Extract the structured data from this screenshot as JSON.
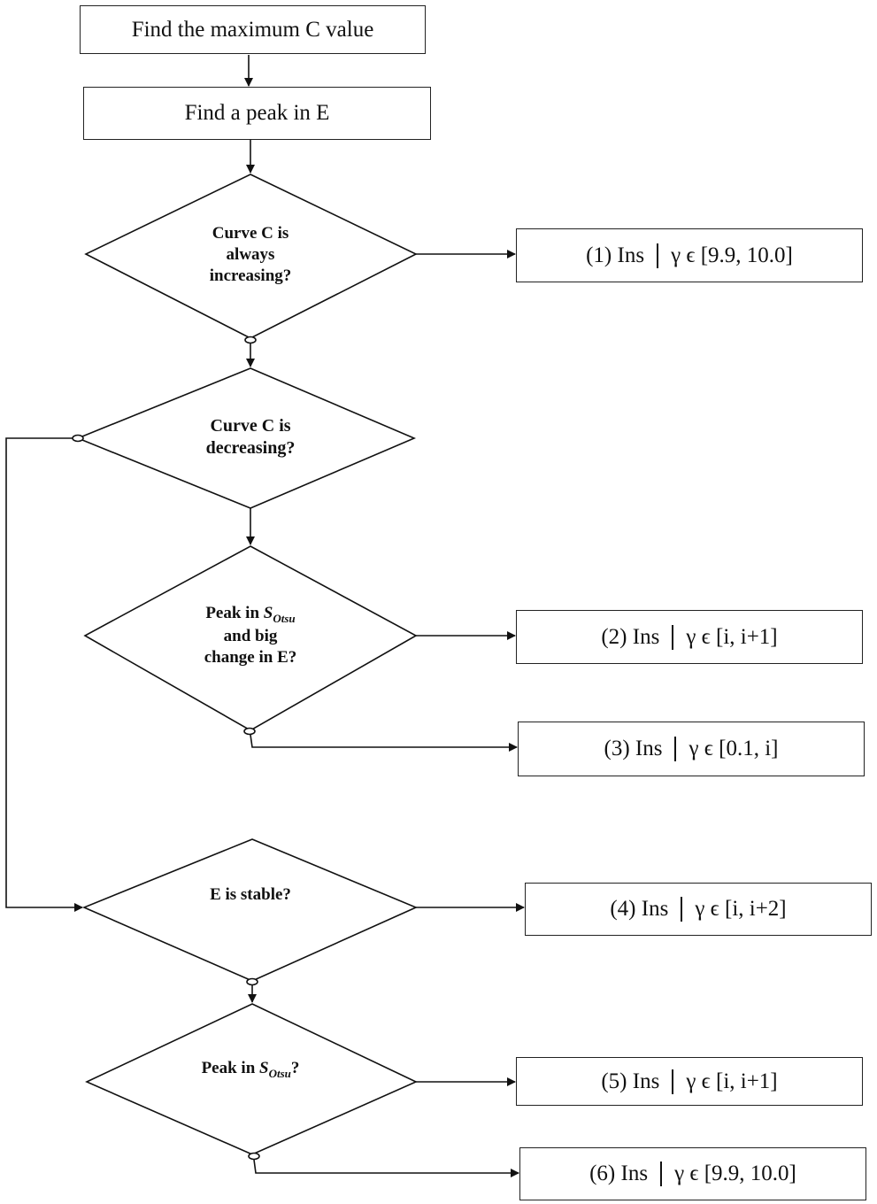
{
  "process": {
    "step1": "Find the maximum C value",
    "step2": "Find a peak in E"
  },
  "decisions": {
    "d1": {
      "lines": [
        "Curve C is",
        "always",
        "increasing?"
      ]
    },
    "d2": {
      "lines": [
        "Curve C is",
        "decreasing?"
      ]
    },
    "d3": {
      "prefix": "Peak in ",
      "symbol": "S",
      "subscript": "Otsu",
      "lines_after": [
        "and big",
        "change in E?"
      ]
    },
    "d4": {
      "lines": [
        "E is stable?"
      ]
    },
    "d5": {
      "prefix": "Peak in ",
      "symbol": "S",
      "subscript": "Otsu",
      "suffix": "?"
    }
  },
  "outcomes": [
    {
      "id": "(1) Ins",
      "range": "γ ϵ [9.9, 10.0]"
    },
    {
      "id": "(2) Ins",
      "range": "γ ϵ [i, i+1]"
    },
    {
      "id": "(3) Ins",
      "range": "γ ϵ [0.1, i]"
    },
    {
      "id": "(4) Ins",
      "range": "γ ϵ [i, i+2]"
    },
    {
      "id": "(5) Ins",
      "range": "γ ϵ [i, i+1]"
    },
    {
      "id": "(6) Ins",
      "range": "γ ϵ [9.9, 10.0]"
    }
  ]
}
